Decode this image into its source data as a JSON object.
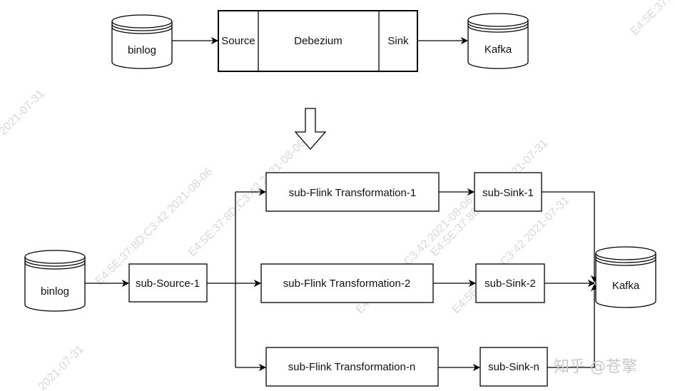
{
  "top": {
    "source_db": "binlog",
    "connector": {
      "source": "Source",
      "main": "Debezium",
      "sink": "Sink"
    },
    "target_db": "Kafka"
  },
  "bottom": {
    "source_db": "binlog",
    "sub_source": "sub-Source-1",
    "transformations": [
      "sub-Flink Transformation-1",
      "sub-Flink Transformation-2",
      "sub-Flink Transformation-n"
    ],
    "sinks": [
      "sub-Sink-1",
      "sub-Sink-2",
      "sub-Sink-n"
    ],
    "target_db": "Kafka"
  },
  "watermark": {
    "brand": "知乎 @苍擎",
    "stamps": [
      "2021-07-31",
      "E4:5E:37:8D:C3:42 2021-08-06",
      "E4:5E:37:8D:C3:42 2021-08-06",
      "E4:5E:37:8D:C3:42 2021-07-31",
      "E4:5E:37:8D:C3:42 2021-08-06",
      "2021-07-31",
      "E4:5E:37:8D:C3:42 2021-07-31",
      "E4:5E:37:8D:C3:42 2021-08-06"
    ]
  },
  "colors": {
    "line": "#000000",
    "watermark": "#d8d8d8"
  }
}
